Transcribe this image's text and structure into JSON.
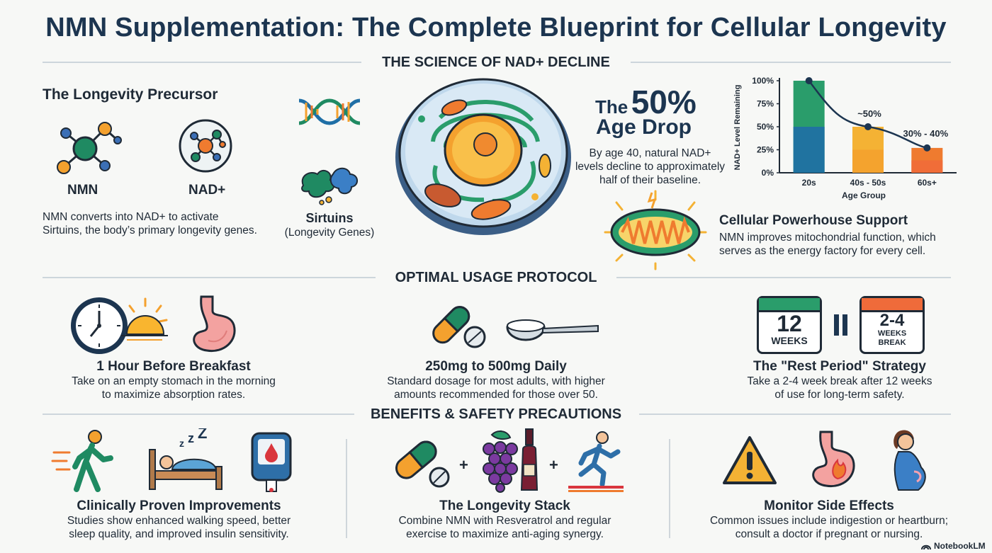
{
  "title": "NMN Supplementation: The Complete Blueprint for Cellular Longevity",
  "sections": {
    "science": "THE SCIENCE OF NAD+ DECLINE",
    "protocol": "OPTIMAL USAGE PROTOCOL",
    "benefits": "BENEFITS & SAFETY PRECAUTIONS"
  },
  "precursor": {
    "heading": "The Longevity Precursor",
    "nmn_label": "NMN",
    "nad_label": "NAD+",
    "text_line1": "NMN converts into NAD+ to activate",
    "text_line2": "Sirtuins, the body’s primary longevity genes.",
    "sirtuins_label": "Sirtuins",
    "sirtuins_sub": "(Longevity Genes)"
  },
  "age_drop": {
    "prefix": "The",
    "percent": "50%",
    "label": "Age Drop",
    "text_line1": "By age 40, natural NAD+",
    "text_line2": "levels decline to approximately",
    "text_line3": "half of their baseline."
  },
  "chart_data": {
    "type": "bar",
    "ylabel": "NAD+ Level Remaining",
    "xlabel": "Age Group",
    "categories": [
      "20s",
      "40s - 50s",
      "60s+"
    ],
    "values": [
      100,
      50,
      27
    ],
    "ylim": [
      0,
      100
    ],
    "yticks": [
      "0%",
      "25%",
      "50%",
      "75%",
      "100%"
    ],
    "annotations": [
      "~50%",
      "30% - 40%"
    ],
    "colors": [
      "#2a9d6b",
      "#f4b234",
      "#ef7b2f"
    ]
  },
  "powerhouse": {
    "heading": "Cellular Powerhouse Support",
    "text_line1": "NMN improves mitochondrial function, which",
    "text_line2": "serves as the energy factory for every cell."
  },
  "protocol": {
    "timing": {
      "heading": "1 Hour Before Breakfast",
      "text_line1": "Take on an empty stomach in the morning",
      "text_line2": "to maximize absorption rates."
    },
    "dosage": {
      "heading": "250mg to 500mg Daily",
      "text_line1": "Standard dosage for most adults, with higher",
      "text_line2": "amounts recommended for those over 50."
    },
    "rest": {
      "heading": "The \"Rest Period\" Strategy",
      "text_line1": "Take a 2-4 week break after 12 weeks",
      "text_line2": "of use for long-term safety.",
      "cal1_num": "12",
      "cal1_unit": "WEEKS",
      "cal2_num": "2-4",
      "cal2_unit1": "WEEKS",
      "cal2_unit2": "BREAK"
    }
  },
  "benefits": {
    "improvements": {
      "heading": "Clinically Proven Improvements",
      "text_line1": "Studies show enhanced walking speed, better",
      "text_line2": "sleep quality, and improved insulin sensitivity."
    },
    "stack": {
      "heading": "The Longevity Stack",
      "text_line1": "Combine NMN with Resveratrol and regular",
      "text_line2": "exercise to maximize anti-aging synergy.",
      "plus": "+"
    },
    "side_effects": {
      "heading": "Monitor Side Effects",
      "text_line1": "Common issues include indigestion or heartburn;",
      "text_line2": "consult a doctor if pregnant or nursing."
    }
  },
  "footer": {
    "brand": "NotebookLM"
  }
}
